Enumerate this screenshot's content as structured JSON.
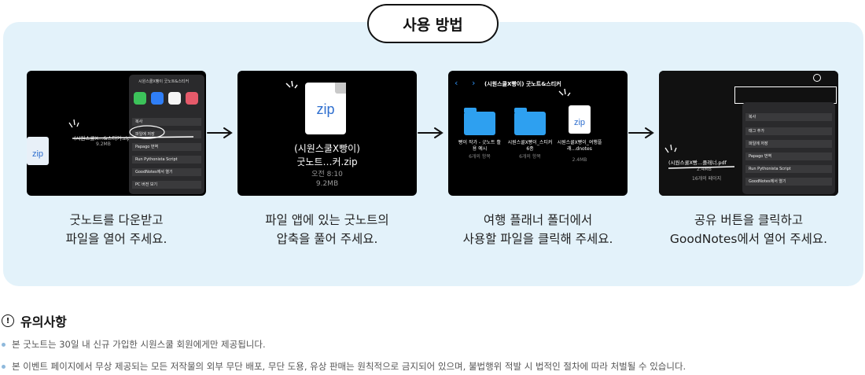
{
  "header": {
    "title": "사용 방법"
  },
  "steps": [
    {
      "caption_line1": "굿노트를 다운받고",
      "caption_line2": "파일을 열어 주세요.",
      "screen": {
        "file_label": "zip",
        "file_name": "(시원스쿨X…&스티커.zip",
        "file_size": "9.2MB",
        "sheet_header": "시원스쿨X빵이 굿노트&스티커",
        "menu_items": [
          "복사",
          "파일에 저장",
          "Papago 번역",
          "Run Pythonista Script",
          "GoodNotes에서 열기",
          "PC 버전 보기"
        ]
      }
    },
    {
      "caption_line1": "파일 앱에 있는 굿노트의",
      "caption_line2": "압축을 풀어 주세요.",
      "screen": {
        "file_label": "zip",
        "name_line1": "(시원스쿨X빵이)",
        "name_line2": "굿노트…커.zip",
        "time": "오전 8:10",
        "size": "9.2MB"
      }
    },
    {
      "caption_line1": "여행 플래너 폴더에서",
      "caption_line2": "사용할 파일을 클릭해 주세요.",
      "screen": {
        "folder_title": "(시원스쿨X빵이) 굿노트&스티커",
        "items": [
          {
            "name": "빵이 작가 - 굿노트 활용 예시",
            "meta": "6개의 항목"
          },
          {
            "name": "시원스쿨X빵이_스티커 6종",
            "meta": "6개의 항목"
          },
          {
            "name": "시원스쿨X빵이_여행플래...dnotes",
            "meta": "2.4MB"
          }
        ],
        "file_label": "zip"
      }
    },
    {
      "caption_line1": "공유 버튼을 클릭하고",
      "caption_line2": "GoodNotes에서 열어 주세요.",
      "screen": {
        "file_name": "(시원스쿨X빵…플래너.pdf",
        "file_size": "2.4MB",
        "pages": "16개의 페이지",
        "menu_items": [
          "복사",
          "태그 추가",
          "파일에 저장",
          "Papago 번역",
          "Run Pythonista Script",
          "GoodNotes에서 열기"
        ]
      }
    }
  ],
  "notice": {
    "title": "유의사항",
    "icon": "exclamation-circle-icon",
    "items": [
      "본 굿노트는 30일 내 신규 가입한 시원스쿨 회원에게만 제공됩니다.",
      "본 이벤트 페이지에서 무상 제공되는 모든 저작물의 외부 무단 배포, 무단 도용, 유상 판매는 원칙적으로 금지되어 있으며, 불법행위 적발 시 법적인 절차에 따라 처벌될 수 있습니다."
    ]
  },
  "colors": {
    "panel": "#e3f2fa",
    "accent_blue": "#2ea0f0",
    "bullet": "#8fb9dc"
  }
}
